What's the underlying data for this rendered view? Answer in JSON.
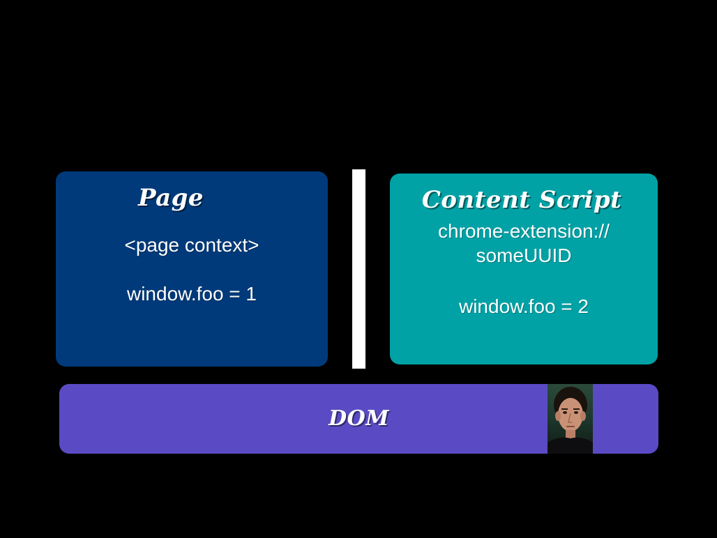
{
  "page_box": {
    "title": "Page",
    "context_label": "<page context>",
    "foo_value": "window.foo = 1",
    "color": "#003a7a"
  },
  "content_script_box": {
    "title": "Content Script",
    "origin_line1": "chrome-extension://",
    "origin_line2": "someUUID",
    "foo_value": "window.foo = 2",
    "color": "#00a2a6"
  },
  "dom_bar": {
    "title": "DOM",
    "color": "#5a4bc4"
  },
  "divider": {
    "color": "#ffffff"
  },
  "photo": {
    "icon": "person-photo"
  }
}
